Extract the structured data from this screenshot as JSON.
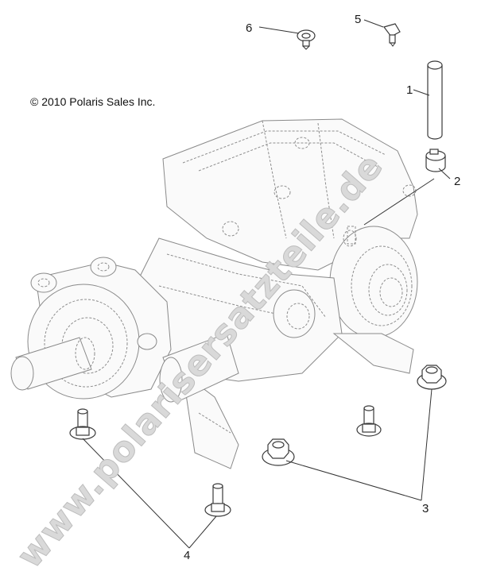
{
  "copyright": "© 2010 Polaris Sales Inc.",
  "watermark": "www.polarisersatzteile.de",
  "callouts": {
    "c1": "1",
    "c2": "2",
    "c3": "3",
    "c4": "4",
    "c5": "5",
    "c6": "6"
  }
}
